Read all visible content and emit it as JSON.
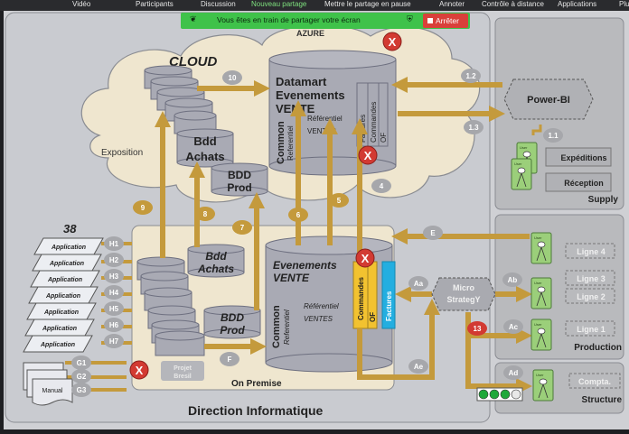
{
  "toolbar": {
    "items": [
      "Vidéo",
      "Participants",
      "Discussion",
      "Nouveau partage",
      "Mettre le partage en pause",
      "Annoter",
      "Contrôle à distance",
      "Applications",
      "Plus"
    ],
    "active_item": "Nouveau partage"
  },
  "share_banner": {
    "message": "Vous êtes en train de partager votre écran",
    "stop_label": "Arrêter",
    "leaf_icon": "leaf-icon",
    "shield_icon": "shield-icon"
  },
  "diagram": {
    "cloud": {
      "title": "CLOUD",
      "azure_label": "AZURE",
      "exposition_label": "Exposition",
      "bdd_achats": "Bdd Achats",
      "bdd_prod": "BDD Prod",
      "datamart": {
        "line1": "Datamart",
        "line2": "Evenements",
        "line3": "VENTE",
        "common": "Common",
        "referentiel": "Referentiel",
        "ref_ventes_1": "Référentiel",
        "ref_ventes_2": "VENTES",
        "factures": "Factures",
        "commandes": "Commandes",
        "of": "OF"
      }
    },
    "on_premise": {
      "label": "On Premise",
      "bdd_achats": "Bdd Achats",
      "bdd_prod": "BDD Prod",
      "projet_bresil": "Projet Bresil",
      "evenements": {
        "line1": "Evenements",
        "line2": "VENTE",
        "common": "Common",
        "referentiel": "Referentiel",
        "ref_ventes_1": "Référentiel",
        "ref_ventes_2": "VENTES",
        "commandes": "Commandes",
        "of": "OF",
        "factures": "Factures"
      }
    },
    "direction_label": "Direction Informatique",
    "apps_count": "38",
    "applications": [
      "Application",
      "Application",
      "Application",
      "Application",
      "Application",
      "Application",
      "Application"
    ],
    "app_flows": [
      "H1",
      "H2",
      "H3",
      "H4",
      "H5",
      "H6",
      "H7"
    ],
    "manual_label": "Manual",
    "manual_flows": [
      "G1",
      "G2",
      "G3"
    ],
    "flow_labels": {
      "f10": "10",
      "f9": "9",
      "f8": "8",
      "f7": "7",
      "f6": "6",
      "f5": "5",
      "f4": "4",
      "f12": "1.2",
      "f13": "1.3",
      "f11": "1.1",
      "fF": "F",
      "fE": "E",
      "fAa": "Aa",
      "fAb": "Ab",
      "fAc": "Ac",
      "fAd": "Ad",
      "fAe": "Ae",
      "f13red": "13"
    },
    "power_bi": "Power-BI",
    "micro_strategy_1": "Micro",
    "micro_strategy_2": "StrategY",
    "supply": {
      "title": "Supply",
      "items": [
        "Expéditions",
        "Réception"
      ]
    },
    "production": {
      "title": "Production",
      "items": [
        "Ligne 4",
        "Ligne 3",
        "Ligne 2",
        "Ligne 1"
      ]
    },
    "structure": {
      "title": "Structure",
      "items": [
        "Compta."
      ]
    },
    "user_label": "User",
    "x_mark": "X",
    "traffic_light": {
      "green": 3,
      "total": 4
    },
    "colors": {
      "arrow": "#c49a3c",
      "cloud": "#efe6cf",
      "db": "#a9aab4",
      "red": "#d23a32",
      "user_green": "#9bcf7a",
      "factures_blue": "#23aee0",
      "commandes_yellow": "#f2c230",
      "panel": "#b7b8bb"
    }
  }
}
